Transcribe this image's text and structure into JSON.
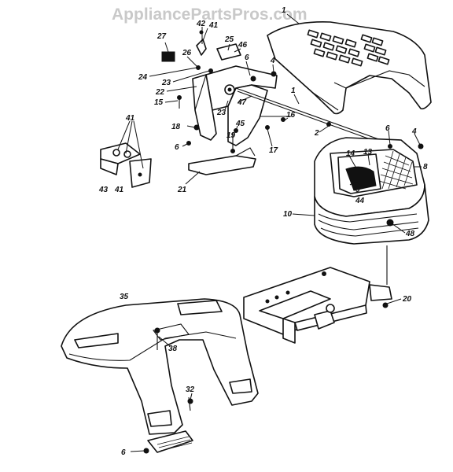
{
  "watermark": "AppliancePartsPros.com",
  "callouts": [
    {
      "id": "c1a",
      "text": "1"
    },
    {
      "id": "c42",
      "text": "42"
    },
    {
      "id": "c41a",
      "text": "41"
    },
    {
      "id": "c27",
      "text": "27"
    },
    {
      "id": "c25",
      "text": "25"
    },
    {
      "id": "c46",
      "text": "46"
    },
    {
      "id": "c26",
      "text": "26"
    },
    {
      "id": "c6a",
      "text": "6"
    },
    {
      "id": "c4a",
      "text": "4"
    },
    {
      "id": "c24",
      "text": "24"
    },
    {
      "id": "c23a",
      "text": "23"
    },
    {
      "id": "c22",
      "text": "22"
    },
    {
      "id": "c1b",
      "text": "1"
    },
    {
      "id": "c15",
      "text": "15"
    },
    {
      "id": "c23b",
      "text": "23"
    },
    {
      "id": "c47",
      "text": "47"
    },
    {
      "id": "c16",
      "text": "16"
    },
    {
      "id": "c41b",
      "text": "41"
    },
    {
      "id": "c18",
      "text": "18"
    },
    {
      "id": "c45",
      "text": "45"
    },
    {
      "id": "c2",
      "text": "2"
    },
    {
      "id": "c6b",
      "text": "6"
    },
    {
      "id": "c4b",
      "text": "4"
    },
    {
      "id": "c19",
      "text": "19"
    },
    {
      "id": "c6c",
      "text": "6"
    },
    {
      "id": "c17",
      "text": "17"
    },
    {
      "id": "c14",
      "text": "14"
    },
    {
      "id": "c13",
      "text": "13"
    },
    {
      "id": "c8",
      "text": "8"
    },
    {
      "id": "c43",
      "text": "43"
    },
    {
      "id": "c41c",
      "text": "41"
    },
    {
      "id": "c21",
      "text": "21"
    },
    {
      "id": "c9",
      "text": "9"
    },
    {
      "id": "c44",
      "text": "44"
    },
    {
      "id": "c10",
      "text": "10"
    },
    {
      "id": "c48",
      "text": "48"
    },
    {
      "id": "c35",
      "text": "35"
    },
    {
      "id": "c20",
      "text": "20"
    },
    {
      "id": "c38",
      "text": "38"
    },
    {
      "id": "c32",
      "text": "32"
    },
    {
      "id": "c6d",
      "text": "6"
    }
  ]
}
